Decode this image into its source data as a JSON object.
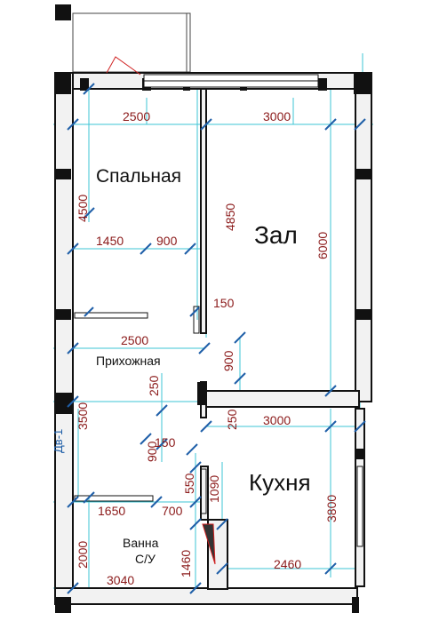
{
  "colors": {
    "wall": "#111111",
    "dim_text": "#8b1a1a",
    "dim_line": "#3cc6d6",
    "tick": "#1f5fa8",
    "wall_fill": "#f2f2f2"
  },
  "rooms": {
    "bedroom": "Спальная",
    "hall": "Зал",
    "hallway": "Прихожная",
    "kitchen": "Кухня",
    "bathroom_line1": "Ванна",
    "bathroom_line2": "С/У"
  },
  "door_tag": "Дв-1",
  "dimensions": {
    "bedroom_width": "2500",
    "hall_width": "3000",
    "bedroom_height": "4500",
    "hall_height_inner": "4850",
    "hall_height": "6000",
    "closet_width": "1450",
    "closet_door": "900",
    "partition_gap": "150",
    "hallway_width": "2500",
    "hallway_door": "900",
    "hallway_height": "3500",
    "small_250_a": "250",
    "small_250_b": "250",
    "kitchen_width": "3000",
    "small_150": "150",
    "small_900": "900",
    "small_550": "550",
    "kitchen_opening": "1090",
    "kitchen_height": "3800",
    "bath_width_a": "1650",
    "bath_width_b": "700",
    "bath_height": "2000",
    "bath_total_width": "3040",
    "bath_depth": "1460",
    "kitchen_bottom": "2460"
  }
}
